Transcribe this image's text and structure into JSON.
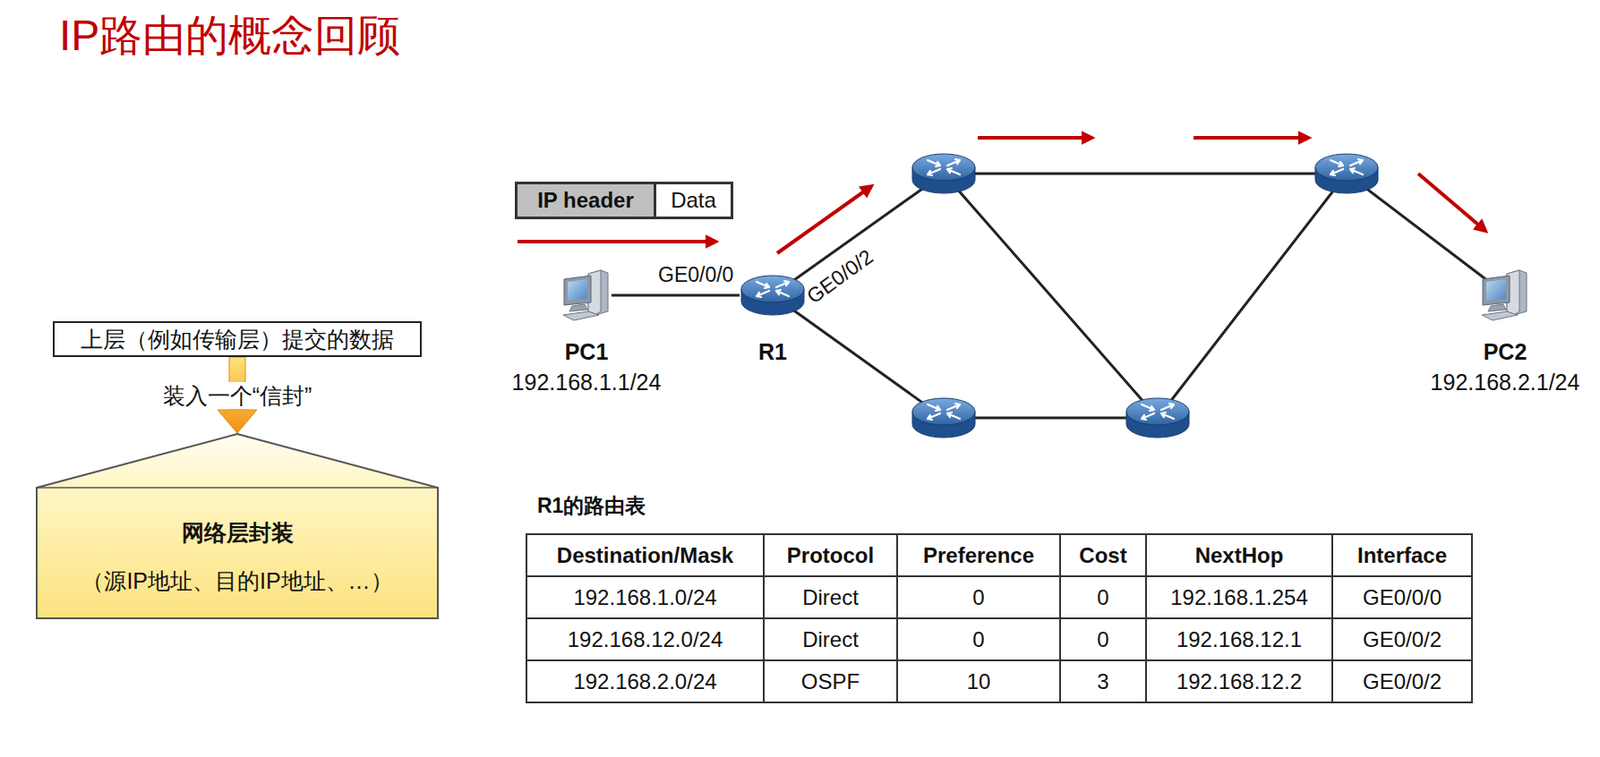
{
  "diagram": {
    "title": "IP路由的概念回顾",
    "nodes": [
      {
        "text": [
          "上层（例如传输层）提交的数据"
        ]
      },
      {
        "text": [
          "网络层封装",
          "（源IP地址、目的IP地址、…）"
        ]
      },
      {
        "text": [
          "IP header",
          "Data"
        ]
      },
      {
        "text": [
          "PC1",
          "192.168.1.1/24"
        ]
      },
      {
        "text": [
          "R1"
        ]
      },
      {
        "text": [
          "PC2",
          "192.168.2.1/24"
        ]
      }
    ],
    "edges": [
      {
        "from": 0,
        "to": 1,
        "arrow": "to",
        "label": "装入一个“信封”"
      },
      {
        "from": 3,
        "to": 4,
        "arrow": "none"
      }
    ],
    "labels": [
      "GE0/0/0",
      "GE0/0/2",
      "R1的路由表",
      "Destination/Mask",
      "Protocol",
      "Preference",
      "Cost",
      "NextHop",
      "Interface",
      "192.168.1.0/24",
      "Direct",
      "0",
      "0",
      "192.168.1.254",
      "GE0/0/0",
      "192.168.12.0/24",
      "Direct",
      "0",
      "0",
      "192.168.12.1",
      "GE0/0/2",
      "192.168.2.0/24",
      "OSPF",
      "10",
      "3",
      "192.168.12.2",
      "GE0/0/2"
    ]
  }
}
